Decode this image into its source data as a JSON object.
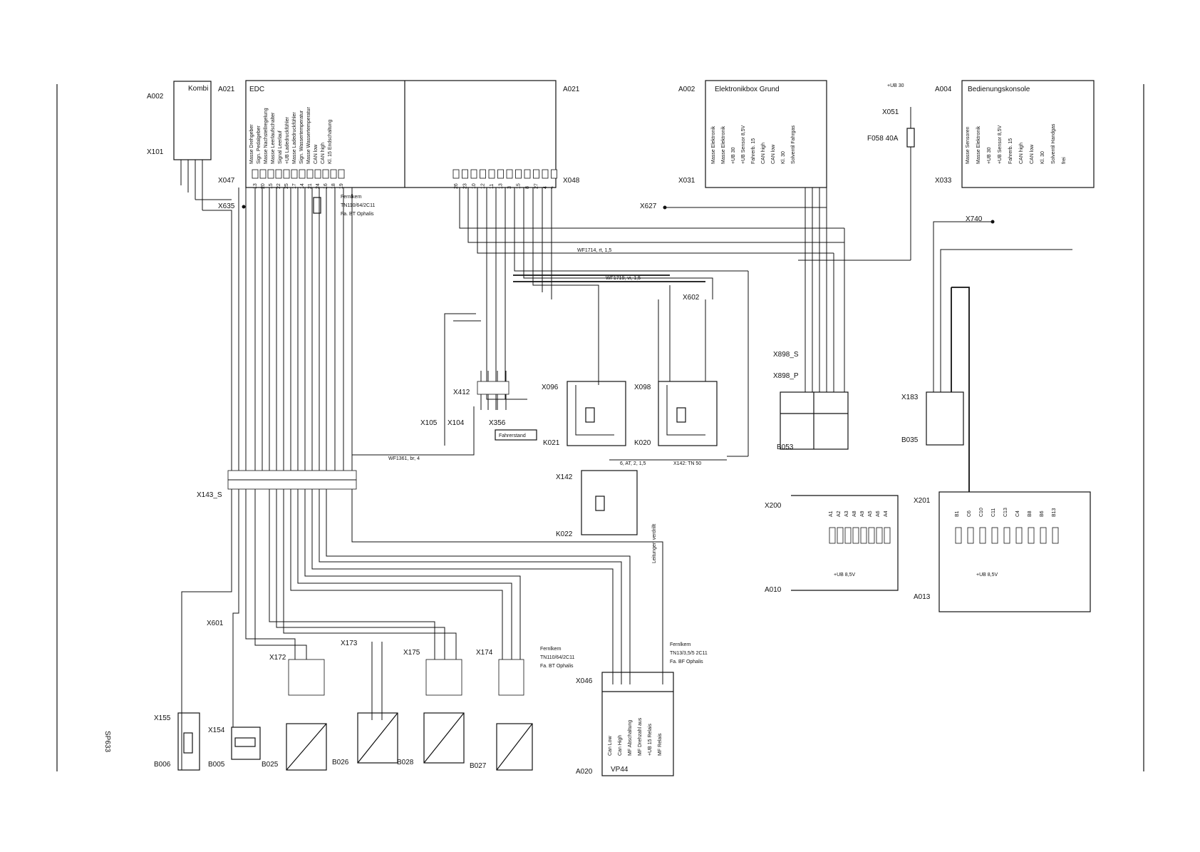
{
  "sheet": {
    "page_code": "SP633"
  },
  "modules": {
    "a002": {
      "ref": "A002",
      "name": "Kombi",
      "connector": "X101"
    },
    "a021": {
      "ref": "A021",
      "name": "EDC",
      "connector_left": "X047",
      "connector_right": "X048"
    },
    "a002_elektronik": {
      "ref": "A002",
      "name": "Elektronikbox Grund",
      "connector": "X031"
    },
    "a004": {
      "ref": "A004",
      "name": "Bedienungskonsole",
      "connector": "X033"
    },
    "ub30": {
      "label": "+UB 30",
      "connector": "X051",
      "fuse": "F058 40A"
    },
    "a010": {
      "ref": "A010",
      "connector": "X200",
      "supply": "+UB 8,5V"
    },
    "a013": {
      "ref": "A013",
      "connector": "X201",
      "supply": "+UB 8,5V"
    },
    "a020": {
      "ref": "A020",
      "name": "VP44",
      "connector": "X046"
    }
  },
  "a021_left_pins": [
    "13",
    "20",
    "15",
    "22",
    "25",
    "17",
    "14",
    "21",
    "24",
    "16",
    "18",
    "19"
  ],
  "a021_right_pins": [
    "26",
    "23",
    "10",
    "12",
    "11",
    "13",
    "3",
    "15",
    "8",
    "27",
    "4",
    "7"
  ],
  "a021_signals": [
    "Masse Drehgeber",
    "Sign. Pedalgeber",
    "Masse Nachstellregelung",
    "Masse Leerlaufschalter",
    "Signal Leerlauf",
    "+UB Ladedruckfühler",
    "Masse Ladedruckfühler",
    "Sign. Wassertemperatur",
    "Masse Wassertemperatur",
    "CAN low",
    "CAN high",
    "Kl. 15 Endschaltung"
  ],
  "a002_signals": [
    "Masse Elektronik",
    "Masse Elektronik",
    "+UB 30",
    "+UB Sensor 8,5V",
    "Fahrerb. 15",
    "CAN high",
    "CAN low",
    "Kl. 30",
    "Solventil Fahrgas"
  ],
  "a004_signals": [
    "Masse Sensoren",
    "Masse Elektronik",
    "+UB 30",
    "+UB Sensor 8,5V",
    "Fahrerb. 15",
    "CAN high",
    "CAN low",
    "Kl. 30",
    "Solventil Handgas",
    "frei"
  ],
  "connectors": {
    "x635": "X635",
    "x627": "X627",
    "x740": "X740",
    "x602": "X602",
    "x412": "X412",
    "x105": "X105",
    "x104": "X104",
    "x356": "X356",
    "x096": "X096",
    "x098": "X098",
    "x142": "X142",
    "x898s": "X898_S",
    "x898p": "X898_P",
    "x183": "X183",
    "x143s": "X143_S",
    "x601": "X601",
    "x172": "X172",
    "x173": "X173",
    "x175": "X175",
    "x174": "X174",
    "x155": "X155",
    "x154": "X154"
  },
  "relays": {
    "k021": "K021",
    "k020": "K020",
    "k022": "K022"
  },
  "sensors": {
    "b053": "B053",
    "b035": "B035",
    "b006": "B006",
    "b005": "B005",
    "b025": "B025",
    "b026": "B026",
    "b028": "B028",
    "b027": "B027"
  },
  "notes": {
    "fernlkern_top": "Fernlkern",
    "fernlkern_top_l2": "TN110/64/2C11",
    "fernlkern_top_l3": "Fa. BT Ophalis",
    "fernlkern_mid": "Fernlkern",
    "fernlkern_mid_l2": "TN110/64/2C11",
    "fernlkern_mid_l3": "Fa. BT Ophalis",
    "fernlkern_bot": "Fernlkern",
    "fernlkern_bot_l2": "TN13/3,5/5 2C11",
    "fernlkern_bot_l3": "Fa. BF Ophalis",
    "fahrerstand": "Fahrerstand",
    "leitungen": "Leitungen verdrillt",
    "x142_note": "X142: TN 50"
  },
  "wires": {
    "w_top_1": "WF1714, rt, 1,5",
    "w_top_2": "WF1719, vi, 1,5",
    "w_bottom_1": "WF1361, br, 4",
    "w_bottom_2": "6, AT, 2, 1,5"
  },
  "a020_pins_signals": [
    "Can Low",
    "Can High",
    "MF Abschaltung",
    "MF Drehzahl aus",
    "+UB 15 Relais",
    "MF Relais"
  ],
  "a010_pins": [
    "A1",
    "A2",
    "A3",
    "A8",
    "A9",
    "A5",
    "A6",
    "A4"
  ],
  "a013_pins": [
    "B1",
    "C6",
    "C10",
    "C11",
    "C13",
    "C4",
    "B8",
    "B6",
    "B13"
  ]
}
